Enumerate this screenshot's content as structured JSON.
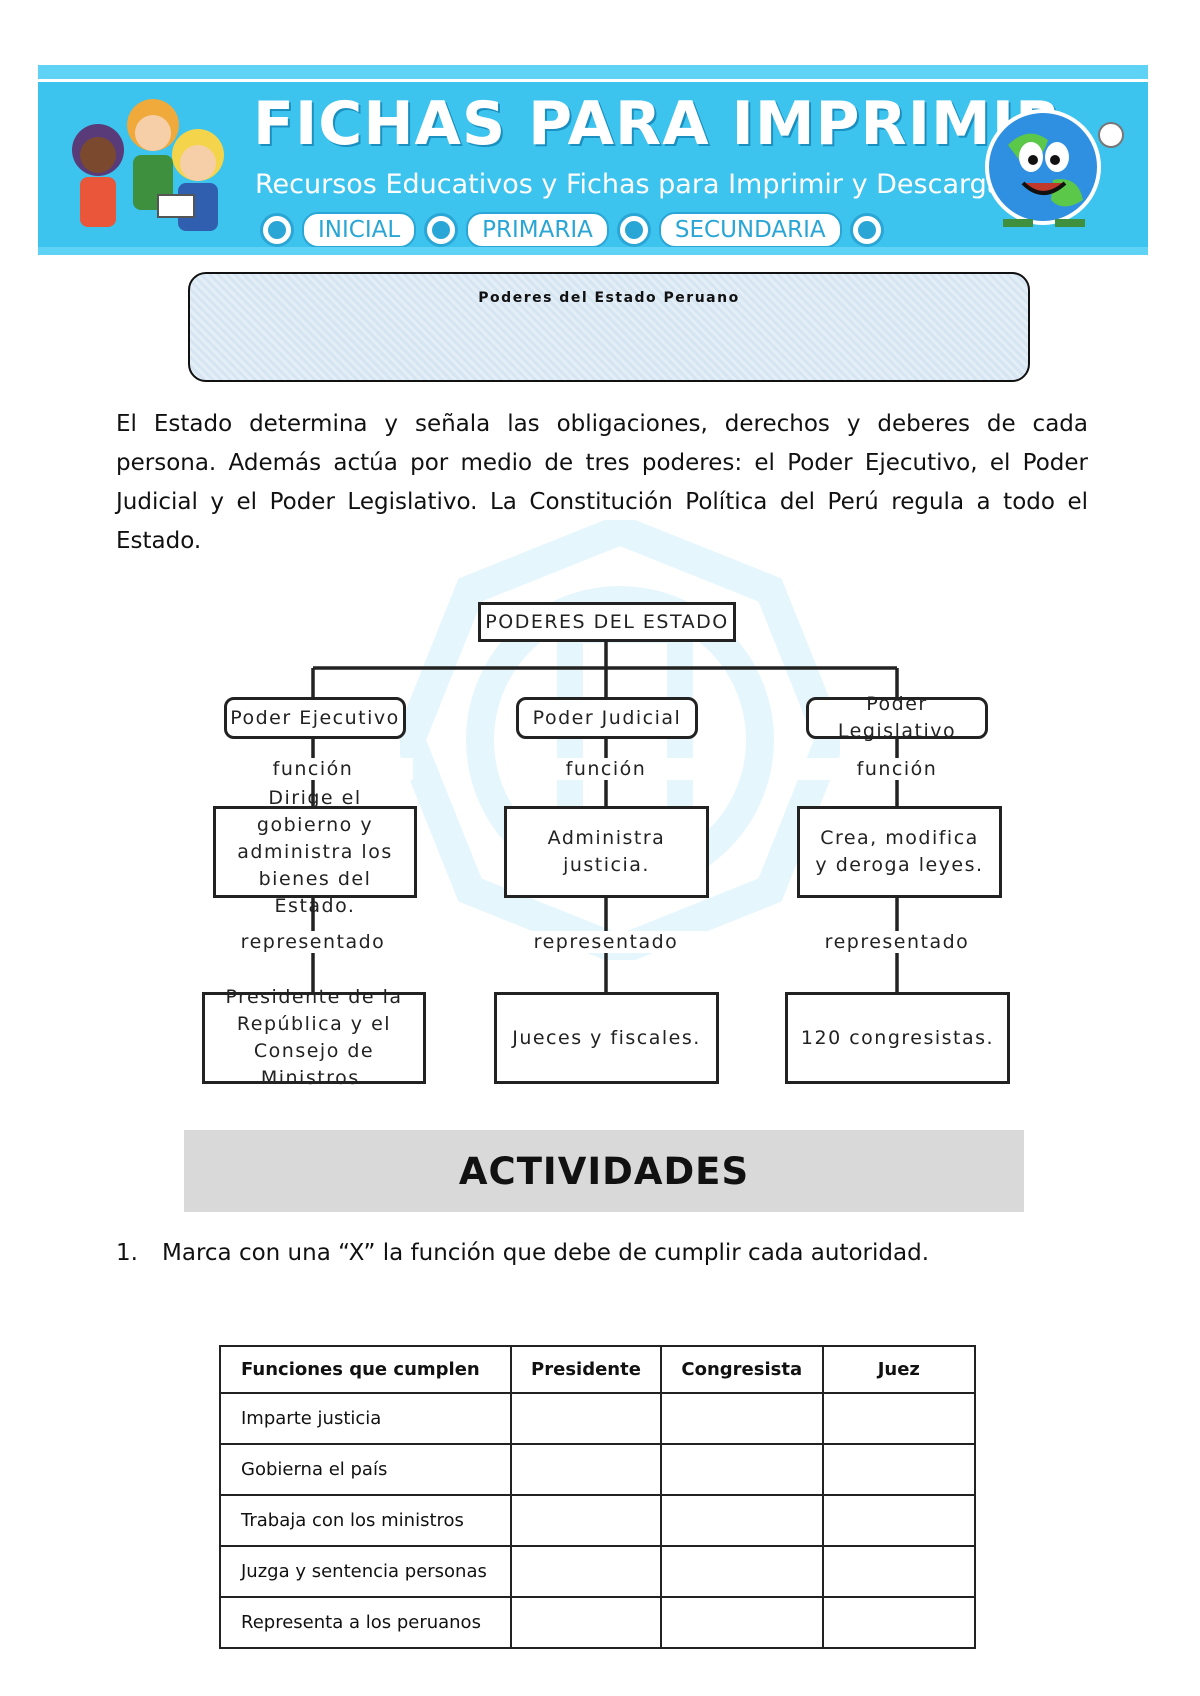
{
  "header": {
    "brand_title": "FICHAS PARA IMPRIMIR",
    "brand_subtitle": "Recursos Educativos y Fichas para Imprimir y Descargar",
    "nav": [
      "INICIAL",
      "PRIMARIA",
      "SECUNDARIA"
    ],
    "colors": {
      "banner": "#3cc3ee",
      "accent": "#2aa6d6"
    }
  },
  "title_box": {
    "title": "Poderes del Estado Peruano"
  },
  "intro": "El Estado determina y señala las obligaciones, derechos y deberes de cada persona. Además actúa por medio de tres poderes: el Poder Ejecutivo, el Poder Judicial y el Poder Legislativo. La Constitución Política del Perú regula a todo el Estado.",
  "diagram": {
    "root": "PODERES DEL ESTADO",
    "connector_function": "función",
    "connector_represented": "representado",
    "branches": [
      {
        "name": "Poder Ejecutivo",
        "function": "Dirige el gobierno y administra los bienes del Estado.",
        "represented_by": "Presidente de la República y el Consejo de Ministros."
      },
      {
        "name": "Poder Judicial",
        "function": "Administra justicia.",
        "represented_by": "Jueces y fiscales."
      },
      {
        "name": "Poder Legislativo",
        "function": "Crea, modifica y deroga leyes.",
        "represented_by": "120 congresistas."
      }
    ]
  },
  "activities": {
    "heading": "ACTIVIDADES",
    "question_number": "1.",
    "question_text": "Marca con una “X” la función que debe de cumplir cada autoridad.",
    "table": {
      "headers": [
        "Funciones que cumplen",
        "Presidente",
        "Congresista",
        "Juez"
      ],
      "rows": [
        "Imparte justicia",
        "Gobierna el país",
        "Trabaja con los ministros",
        "Juzga y sentencia personas",
        "Representa a los peruanos"
      ]
    }
  }
}
